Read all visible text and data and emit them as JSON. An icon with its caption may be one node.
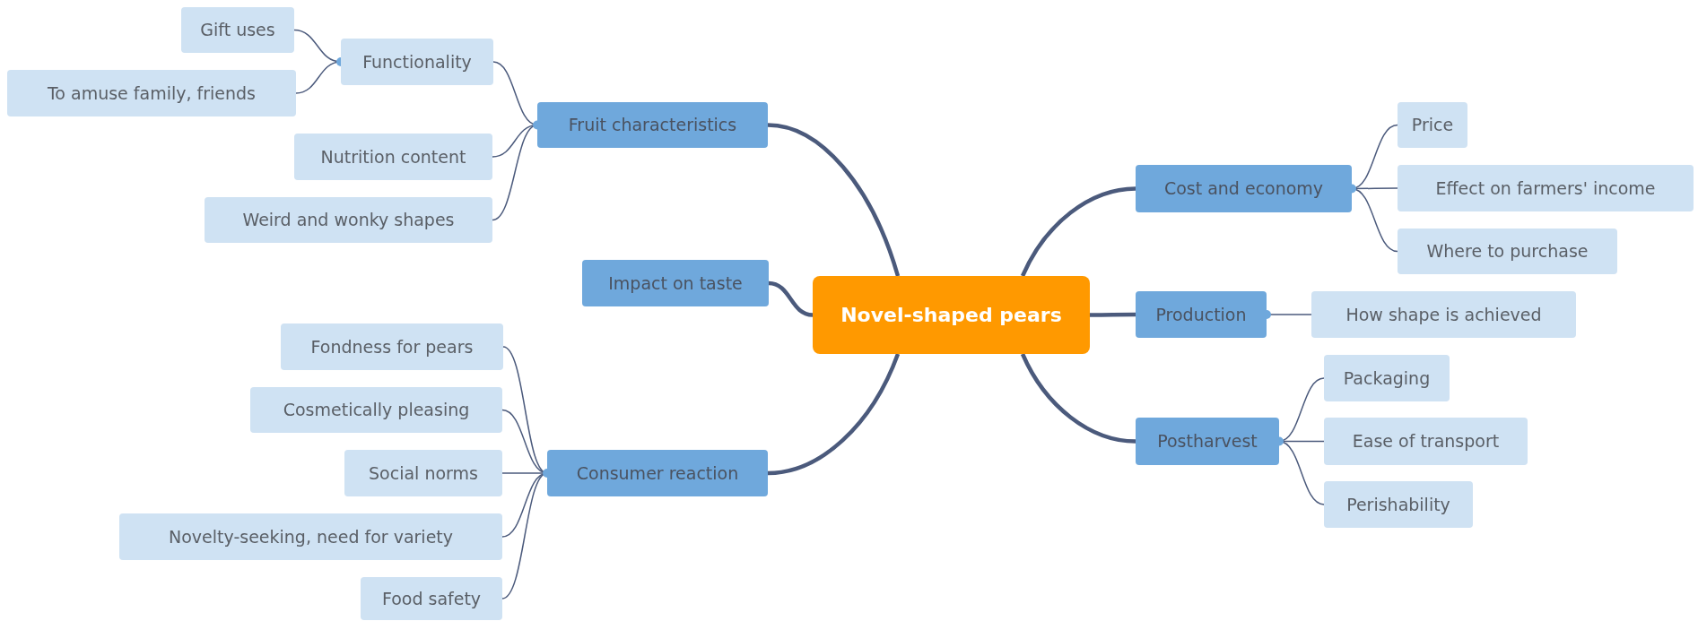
{
  "diagram": {
    "nodes": [
      {
        "text": [
          "Novel-shaped pears"
        ]
      },
      {
        "text": [
          "Fruit characteristics"
        ]
      },
      {
        "text": [
          "Functionality"
        ]
      },
      {
        "text": [
          "Gift uses"
        ]
      },
      {
        "text": [
          "To amuse family, friends"
        ]
      },
      {
        "text": [
          "Nutrition content"
        ]
      },
      {
        "text": [
          "Weird and wonky shapes"
        ]
      },
      {
        "text": [
          "Impact on taste"
        ]
      },
      {
        "text": [
          "Consumer reaction"
        ]
      },
      {
        "text": [
          "Fondness for pears"
        ]
      },
      {
        "text": [
          "Cosmetically pleasing"
        ]
      },
      {
        "text": [
          "Social norms"
        ]
      },
      {
        "text": [
          "Novelty-seeking, need for variety"
        ]
      },
      {
        "text": [
          "Food safety"
        ]
      },
      {
        "text": [
          "Cost and economy"
        ]
      },
      {
        "text": [
          "Price"
        ]
      },
      {
        "text": [
          "Effect on farmers' income"
        ]
      },
      {
        "text": [
          "Where to purchase"
        ]
      },
      {
        "text": [
          "Production"
        ]
      },
      {
        "text": [
          "How shape is achieved"
        ]
      },
      {
        "text": [
          "Postharvest"
        ]
      },
      {
        "text": [
          "Packaging"
        ]
      },
      {
        "text": [
          "Ease of transport"
        ]
      },
      {
        "text": [
          "Perishability"
        ]
      }
    ],
    "edges": [
      {
        "from": 0,
        "to": 1,
        "arrow": "none",
        "style": "thick"
      },
      {
        "from": 1,
        "to": 2,
        "arrow": "none"
      },
      {
        "from": 2,
        "to": 3,
        "arrow": "none"
      },
      {
        "from": 2,
        "to": 4,
        "arrow": "none"
      },
      {
        "from": 1,
        "to": 5,
        "arrow": "none"
      },
      {
        "from": 1,
        "to": 6,
        "arrow": "none"
      },
      {
        "from": 0,
        "to": 7,
        "arrow": "none",
        "style": "thick"
      },
      {
        "from": 0,
        "to": 8,
        "arrow": "none",
        "style": "thick"
      },
      {
        "from": 8,
        "to": 9,
        "arrow": "none"
      },
      {
        "from": 8,
        "to": 10,
        "arrow": "none"
      },
      {
        "from": 8,
        "to": 11,
        "arrow": "none"
      },
      {
        "from": 8,
        "to": 12,
        "arrow": "none"
      },
      {
        "from": 8,
        "to": 13,
        "arrow": "none"
      },
      {
        "from": 0,
        "to": 14,
        "arrow": "none",
        "style": "thick"
      },
      {
        "from": 14,
        "to": 15,
        "arrow": "none"
      },
      {
        "from": 14,
        "to": 16,
        "arrow": "none"
      },
      {
        "from": 14,
        "to": 17,
        "arrow": "none"
      },
      {
        "from": 0,
        "to": 18,
        "arrow": "none",
        "style": "thick"
      },
      {
        "from": 18,
        "to": 19,
        "arrow": "none"
      },
      {
        "from": 0,
        "to": 20,
        "arrow": "none",
        "style": "thick"
      },
      {
        "from": 20,
        "to": 21,
        "arrow": "none"
      },
      {
        "from": 20,
        "to": 22,
        "arrow": "none"
      },
      {
        "from": 20,
        "to": 23,
        "arrow": "none"
      }
    ]
  }
}
